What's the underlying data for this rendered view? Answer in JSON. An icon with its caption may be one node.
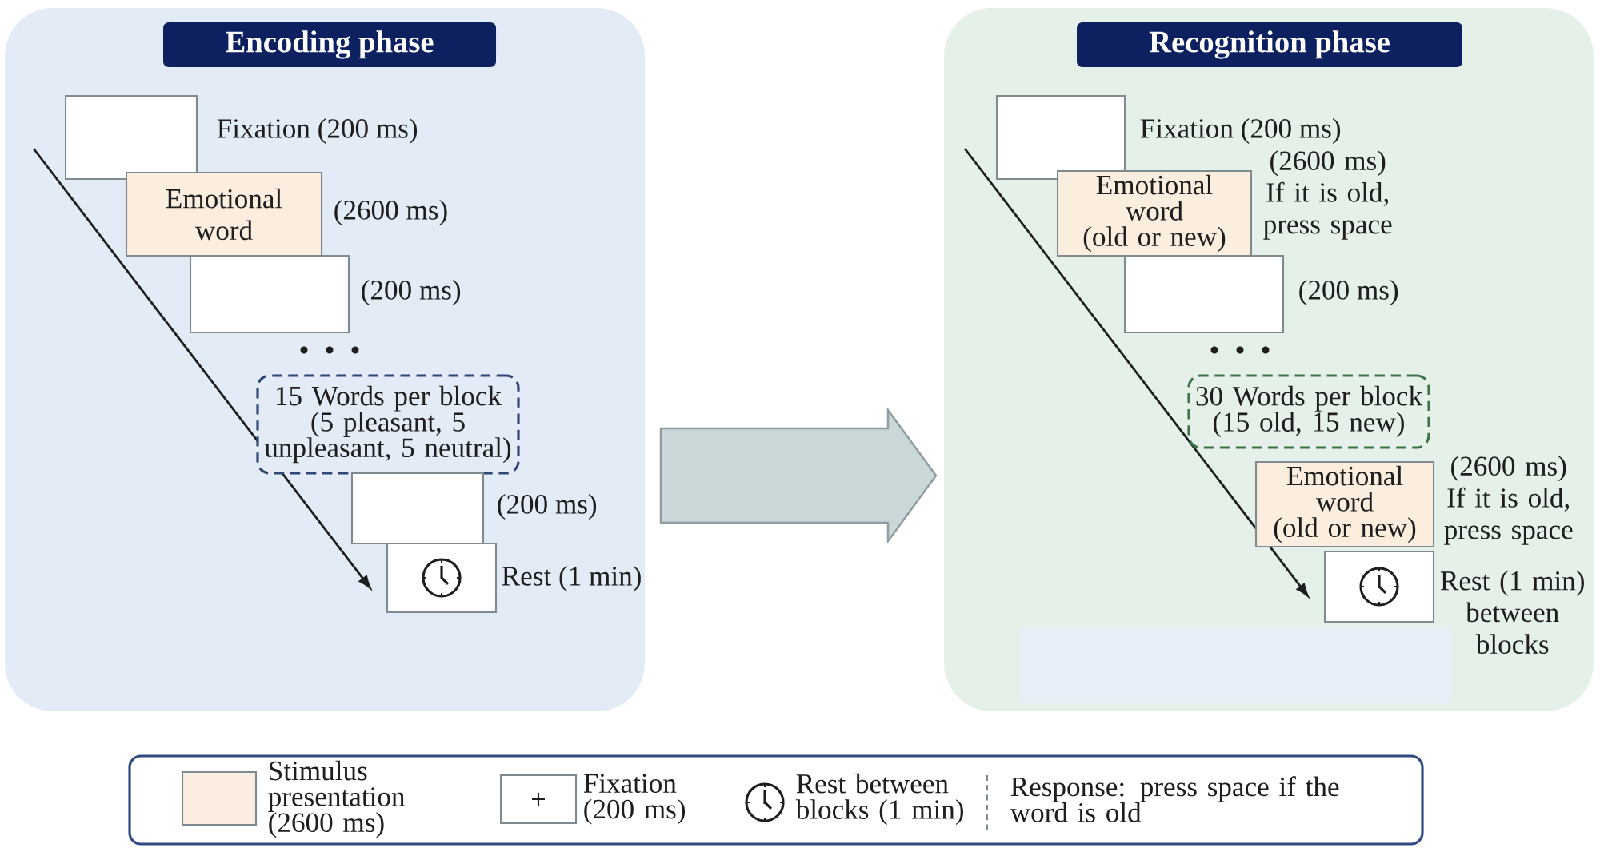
{
  "diagram": {
    "nodes": [
      {
        "text": [],
        "shape": "box"
      },
      {
        "text": [
          "Encoding phase"
        ],
        "in": 0
      },
      {
        "text": [],
        "shape": "box",
        "in": 0,
        "beside": [
          "Fixation (200 ms)"
        ]
      },
      {
        "text": [
          "Emotional word"
        ],
        "in": 0,
        "beside": [
          "(2600 ms)"
        ]
      },
      {
        "text": [],
        "shape": "box",
        "in": 0,
        "beside": [
          "(200 ms)"
        ]
      },
      {
        "text": [
          "15 Words per block (5 pleasant, 5 unpleasant, 5 neutral)"
        ],
        "in": 0
      },
      {
        "text": [],
        "shape": "box",
        "in": 0,
        "beside": [
          "(200 ms)"
        ]
      },
      {
        "text": [],
        "shape": "box",
        "in": 0,
        "beside": [
          "Rest (1 min)"
        ]
      },
      {
        "text": [],
        "shape": "box"
      },
      {
        "text": [
          "Recognition phase"
        ],
        "in": 8
      },
      {
        "text": [],
        "shape": "box",
        "in": 8,
        "beside": [
          "Fixation (200 ms)"
        ]
      },
      {
        "text": [
          "Emotional word (old or new)"
        ],
        "in": 8,
        "beside": [
          "(2600 ms) If it is old, press space"
        ]
      },
      {
        "text": [],
        "shape": "box",
        "in": 8,
        "beside": [
          "(200 ms)"
        ]
      },
      {
        "text": [
          "30 Words per block (15 old, 15 new)"
        ],
        "in": 8
      },
      {
        "text": [
          "Emotional word (old or new)"
        ],
        "in": 8,
        "beside": [
          "(2600 ms) If it is old, press space"
        ]
      },
      {
        "text": [],
        "shape": "box",
        "in": 8,
        "beside": [
          "Rest (1 min) between blocks"
        ]
      }
    ],
    "edges": [
      {
        "from": 0,
        "to": 8,
        "arrow": "to"
      }
    ],
    "legend": [
      {
        "text": "Stimulus presentation (2600 ms)",
        "color": "#fbeee0"
      },
      {
        "text": "Fixation (200 ms)"
      },
      {
        "text": "Rest between blocks (1 min)"
      },
      {
        "text": "Response: press space if the word is old"
      }
    ]
  }
}
